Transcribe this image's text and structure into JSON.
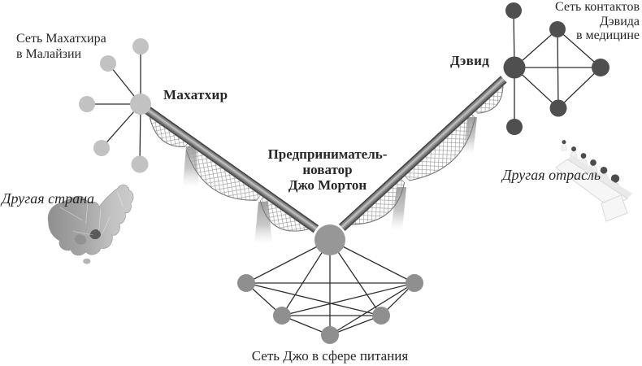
{
  "colors": {
    "edge": "#2e2e2e",
    "node_mahathir": "#c2c2c2",
    "node_joe_hub": "#979797",
    "node_joe": "#8f8f8f",
    "node_david": "#4f4f4f",
    "text": "#262626"
  },
  "networks": {
    "mahathir": {
      "hub_label": "Махатхир",
      "network_label": "Сеть Махатхира\nв Малайзии",
      "structure": "star",
      "satellite_count": 5
    },
    "joe": {
      "hub_label": "Предприниматель-\nноватор\nДжо Мортон",
      "network_label": "Сеть Джо в сфере питания",
      "structure": "dense-mesh",
      "satellite_count": 5
    },
    "david": {
      "hub_label": "Дэвид",
      "network_label": "Сеть контактов\nДэвида\nв медицине",
      "structure": "star-with-diamond",
      "satellite_count": 5
    }
  },
  "annotations": {
    "other_country": "Другая страна",
    "other_industry": "Другая отрасль"
  },
  "illustrations": {
    "left_bridge": "truss-bridge",
    "right_bridge": "truss-bridge",
    "country_image": "china-map",
    "industry_image": "panel-of-people"
  }
}
